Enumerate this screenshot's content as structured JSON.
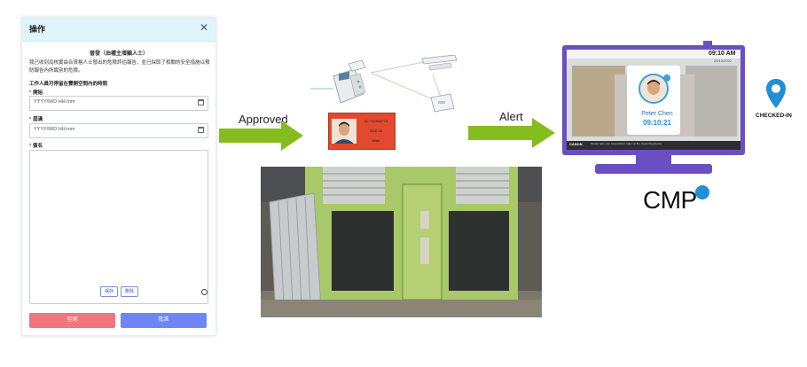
{
  "modal": {
    "title": "操作",
    "declaration_title": "晉發（由權主增顯人士）",
    "declaration_body": "我已收到及核實由合資格人士發出的危險評估報告，並已採取了相關的安全措施以預防報告內所識別的危險。",
    "section_label": "工作人員可停留在豐開空間內的時間",
    "start_label": "開始",
    "start_placeholder": "YYYY/M/D HH:mm",
    "end_label": "屆滿",
    "end_placeholder": "YYYY/M/D HH:mm",
    "signature_label": "簽名",
    "save_label": "保存",
    "clear_label": "刪除",
    "reject_label": "拒絕",
    "approve_label": "批准"
  },
  "flow": {
    "approved_label": "Approved",
    "alert_label": "Alert"
  },
  "id_card": {
    "line1": "ID: 712546774",
    "line2": "AGE 28",
    "line3": "Male"
  },
  "monitor": {
    "time": "09:10 AM",
    "date": "25/10/2022",
    "person_name": "Peter Chen",
    "check_time": "09:10:21",
    "brand_small": "CANON",
    "footer_text": "Please face your temperature taken at the measuring device"
  },
  "brand": {
    "cmp_label": "CMP",
    "checked_in_label": "CHECKED-IN"
  },
  "colors": {
    "arrow_green": "#86bd1e",
    "reject_red": "#f2747c",
    "approve_blue": "#6e86f5",
    "monitor_purple": "#6a4fc4",
    "pin_blue": "#1f8fd6"
  }
}
